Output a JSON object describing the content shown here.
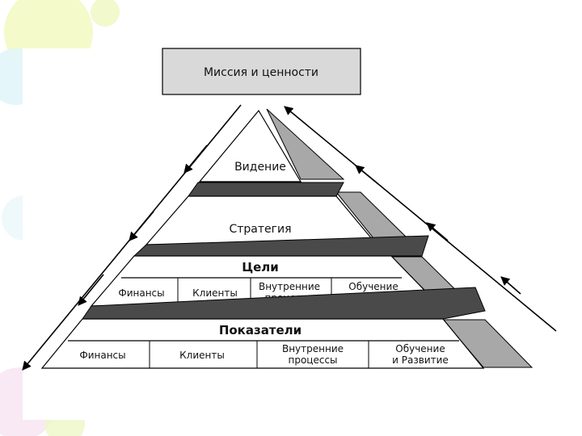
{
  "mission_box": {
    "label": "Миссия и ценности"
  },
  "levels": {
    "vision": {
      "label": "Видение"
    },
    "strategy": {
      "label": "Стратегия"
    },
    "goals": {
      "label": "Цели",
      "cells": [
        "Финансы",
        "Клиенты",
        "Внутренние\nпроцессы",
        "Обучение\nи Развитие"
      ]
    },
    "indicators": {
      "label": "Показатели",
      "cells": [
        "Финансы",
        "Клиенты",
        "Внутренние\nпроцессы",
        "Обучение\nи Развитие"
      ]
    }
  },
  "colors": {
    "mission_fill": "#d9d9d9",
    "band_fill": "#4a4a4a",
    "side_fill": "#a8a8a8",
    "outline": "#000000",
    "background_decor": [
      "#f4f9c8",
      "#e6f6fb",
      "#f6e6f4"
    ]
  }
}
